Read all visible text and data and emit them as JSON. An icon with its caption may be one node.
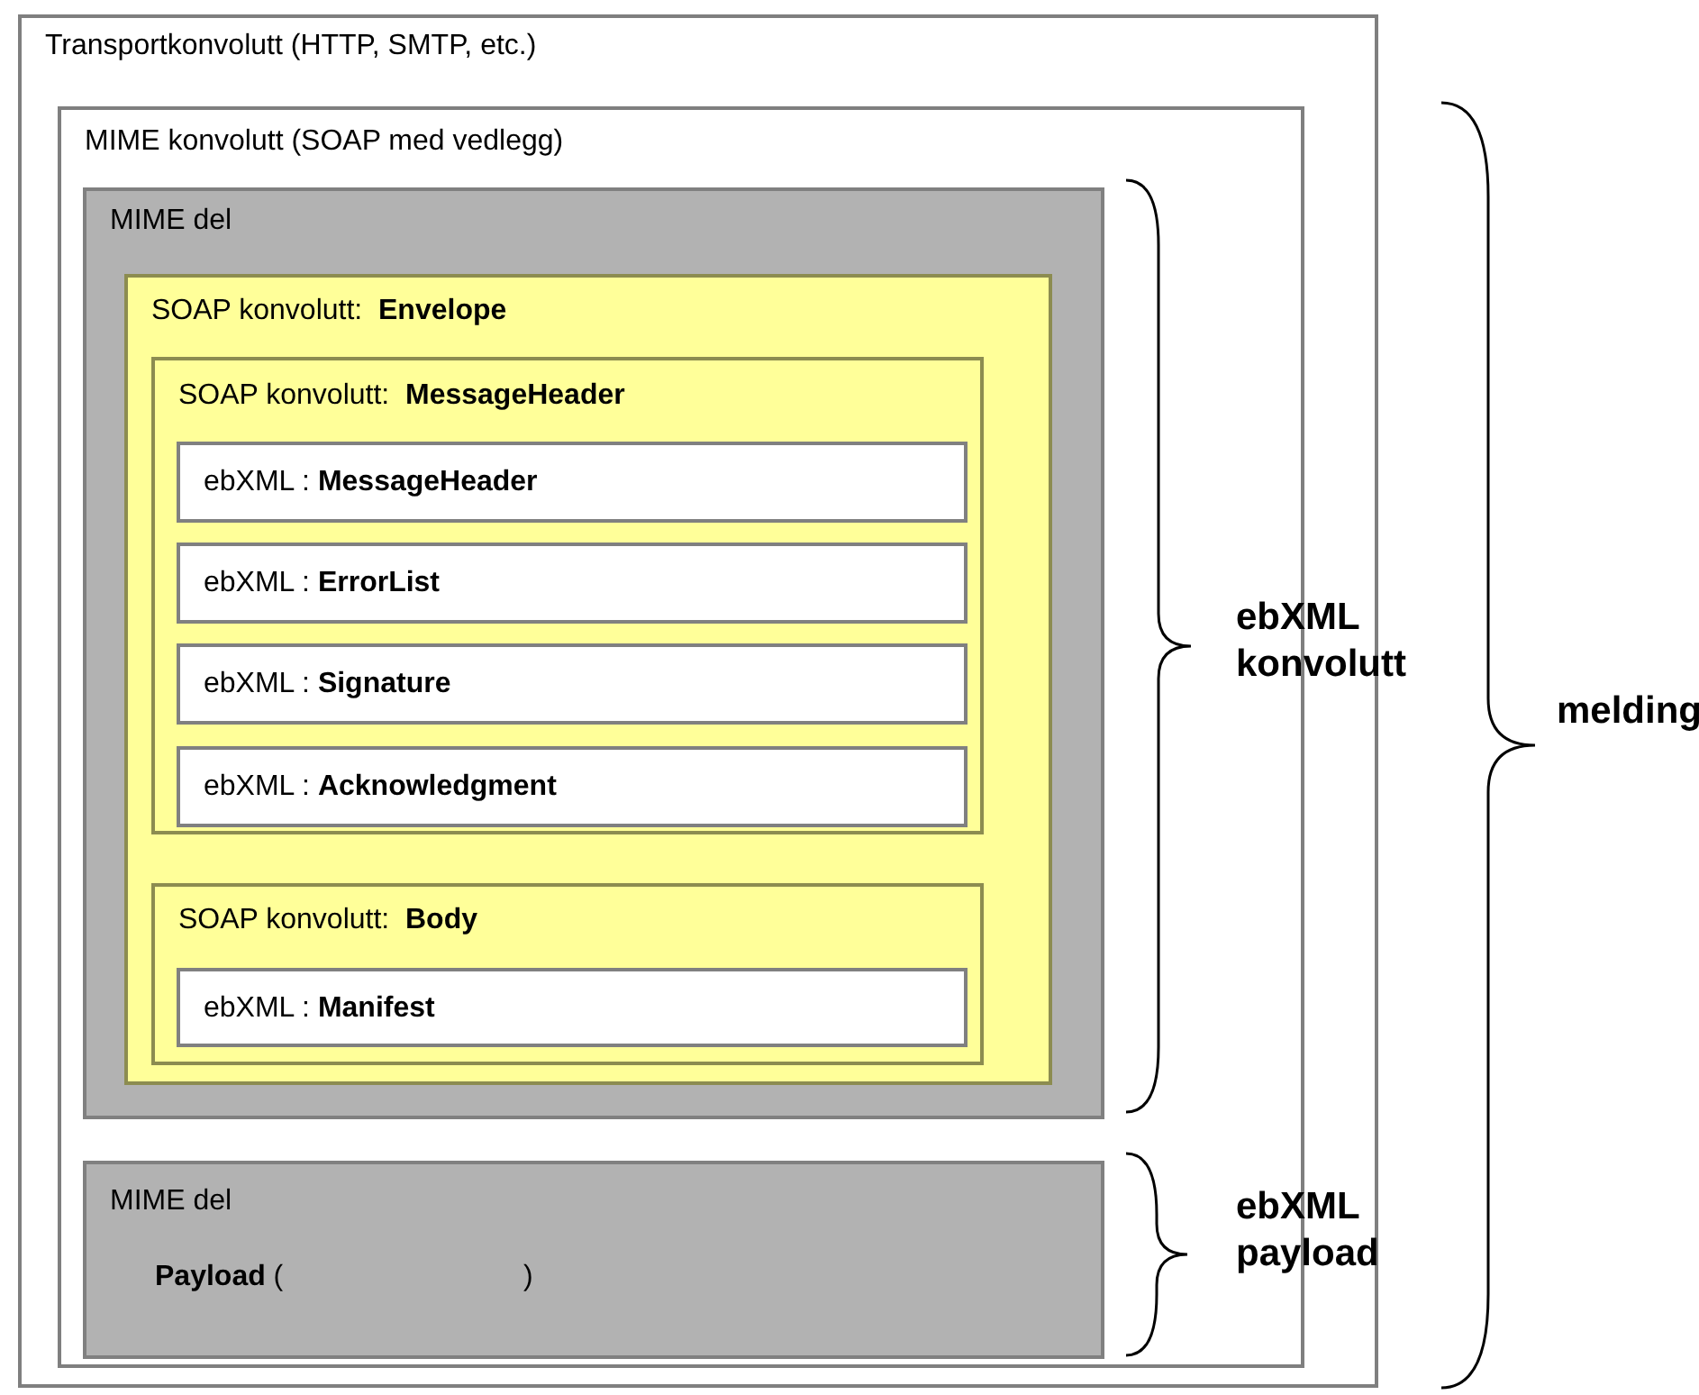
{
  "diagram": {
    "nodes": [
      {
        "text": [
          "Transportkonvolutt (HTTP, SMTP, etc.)"
        ]
      },
      {
        "text": [
          "MIME konvolutt (SOAP med vedlegg)"
        ],
        "in": 0
      },
      {
        "text": [
          "MIME del"
        ],
        "in": 1
      },
      {
        "text": [
          "SOAP konvolutt:  **Envelope**"
        ],
        "in": 2
      },
      {
        "text": [
          "SOAP konvolutt:  **MessageHeader**"
        ],
        "in": 3
      },
      {
        "text": [
          "ebXML : **MessageHeader**"
        ],
        "in": 4
      },
      {
        "text": [
          "ebXML : **ErrorList**"
        ],
        "in": 4
      },
      {
        "text": [
          "ebXML : **Signature**"
        ],
        "in": 4
      },
      {
        "text": [
          "ebXML : **Acknowledgment**"
        ],
        "in": 4
      },
      {
        "text": [
          "SOAP konvolutt:  **Body**"
        ],
        "in": 3
      },
      {
        "text": [
          "ebXML : **Manifest**"
        ],
        "in": 9
      },
      {
        "text": [
          "MIME del",
          "**Payload** (                              )"
        ],
        "in": 1
      }
    ],
    "labels": [
      "ebXML konvolutt",
      "ebXML payload",
      "melding"
    ]
  }
}
